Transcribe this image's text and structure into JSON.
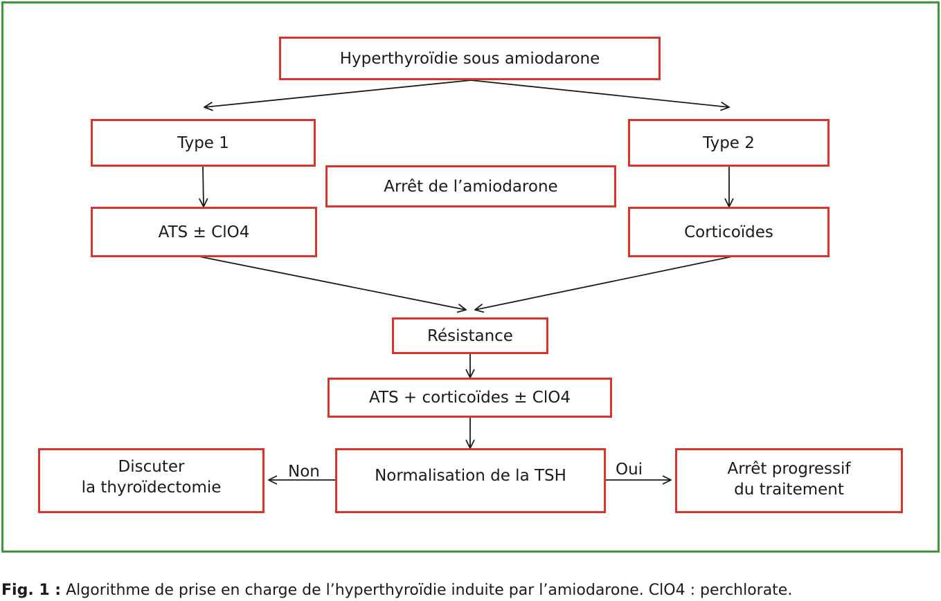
{
  "diagram": {
    "nodes": {
      "root": "Hyperthyroïdie  sous amiodarone",
      "type1": "Type 1",
      "type2": "Type 2",
      "stop_amio": "Arrêt de l’amiodarone",
      "ats_clo4": "ATS ± ClO4",
      "corticoides": "Corticoïdes",
      "resistance": "Résistance",
      "ats_cortico": "ATS + corticoïdes ± ClO4",
      "tsh": "Normalisation de la TSH",
      "thyroidectomie_l1": "Discuter",
      "thyroidectomie_l2": "la thyroïdectomie",
      "arret_prog_l1": "Arrêt progressif",
      "arret_prog_l2": "du traitement"
    },
    "edge_labels": {
      "non": "Non",
      "oui": "Oui"
    }
  },
  "caption": {
    "prefix": "Fig. 1 :",
    "text": " Algorithme de prise en charge de l’hyperthyroïdie induite par l’amiodarone. ClO4 : perchlorate."
  },
  "colors": {
    "box_border": "#d9342b",
    "frame_border": "#3a9a3a",
    "arrow": "#1a1a1a"
  }
}
